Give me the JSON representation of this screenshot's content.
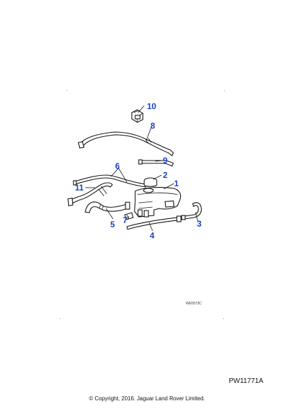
{
  "callouts": [
    "1",
    "2",
    "3",
    "4",
    "5",
    "6",
    "7",
    "8",
    "9",
    "10",
    "11"
  ],
  "reference_code": "WE5573C",
  "diagram_id": "PW11771A",
  "copyright": "© Copyright, 2016. Jaguar Land Rover Limited."
}
